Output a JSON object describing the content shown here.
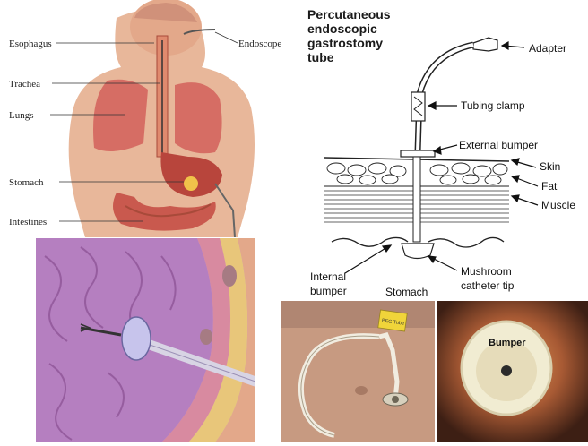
{
  "anatomy": {
    "labels": {
      "esophagus": "Esophagus",
      "trachea": "Trachea",
      "lungs": "Lungs",
      "stomach": "Stomach",
      "intestines": "Intestines",
      "endoscope": "Endoscope"
    }
  },
  "peg_diagram": {
    "title_lines": [
      "Percutaneous",
      "endoscopic",
      "gastrostomy",
      "tube"
    ],
    "labels": {
      "adapter": "Adapter",
      "tubing_clamp": "Tubing clamp",
      "external_bumper": "External bumper",
      "skin": "Skin",
      "fat": "Fat",
      "muscle": "Muscle",
      "internal_bumper_1": "Internal",
      "internal_bumper_2": "bumper",
      "stomach": "Stomach",
      "mushroom_1": "Mushroom",
      "mushroom_2": "catheter tip"
    }
  },
  "photos": {
    "tag_text": "PEG Tube",
    "endoscopy_label": "Bumper"
  },
  "colors": {
    "skin": "#e8b79a",
    "organ": "#c8574e",
    "stomach_purple": "#a47bb3",
    "fat_yellow": "#e8c67a",
    "tube_white": "#f1ece0",
    "endo_bg": "#6b3a2a"
  }
}
